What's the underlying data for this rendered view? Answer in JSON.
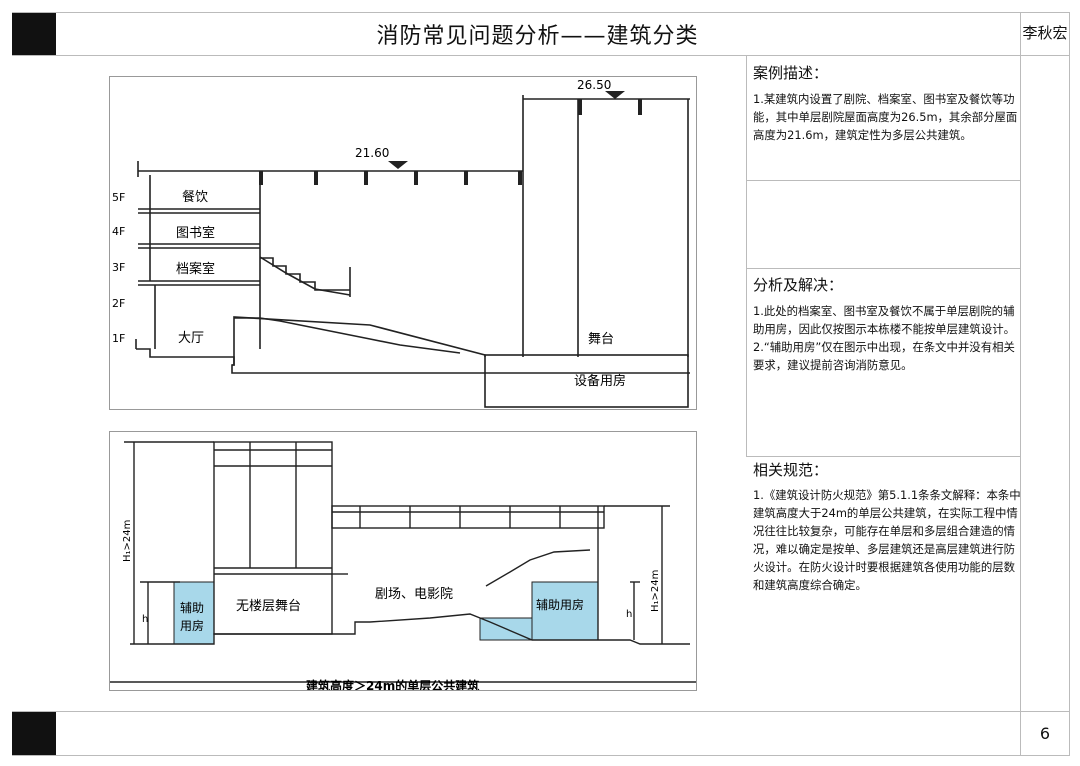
{
  "header": {
    "title": "消防常见问题分析——建筑分类",
    "author": "李秋宏"
  },
  "footer": {
    "page": "6"
  },
  "sections": {
    "case": {
      "heading": "案例描述：",
      "body": "1.某建筑内设置了剧院、档案室、图书室及餐饮等功能，其中单层剧院屋面高度为26.5m，其余部分屋面高度为21.6m，建筑定性为多层公共建筑。"
    },
    "analysis": {
      "heading": "分析及解决：",
      "items": [
        "1.此处的档案室、图书室及餐饮不属于单层剧院的辅助用房，因此仅按图示本栋楼不能按单层建筑设计。",
        "2.“辅助用房”仅在图示中出现，在条文中并没有相关要求，建议提前咨询消防意见。"
      ]
    },
    "codes": {
      "heading": "相关规范：",
      "body": "1.《建筑设计防火规范》第5.1.1条条文解释：本条中建筑高度大于24m的单层公共建筑，在实际工程中情况往往比较复杂，可能存在单层和多层组合建造的情况，难以确定是按单、多层建筑还是高层建筑进行防火设计。在防火设计时要根据建筑各使用功能的层数和建筑高度综合确定。"
    }
  },
  "diagram1": {
    "elev_high": "26.50",
    "elev_low": "21.60",
    "floors": [
      "5F",
      "4F",
      "3F",
      "2F",
      "1F"
    ],
    "rooms": {
      "dining": "餐饮",
      "library": "图书室",
      "archive": "档案室",
      "hall": "大厅",
      "stage": "舞台",
      "equipment": "设备用房"
    }
  },
  "diagram2": {
    "left_aux": [
      "辅助",
      "用房"
    ],
    "stage": "无楼层舞台",
    "theater": "剧场、电影院",
    "right_aux": "辅助用房",
    "height_label": "H₁>24m",
    "h_label": "h",
    "caption": "建筑高度＞24m的单层公共建筑"
  }
}
